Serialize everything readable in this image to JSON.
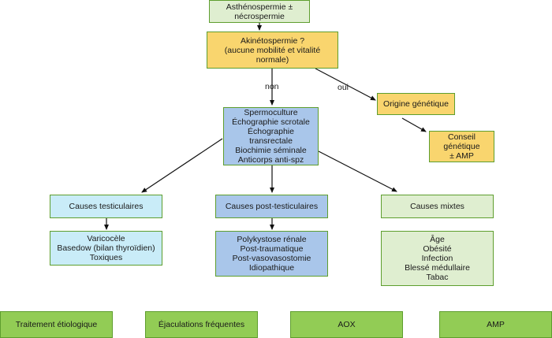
{
  "nodes": {
    "start": [
      "Asthénospermie ±",
      "nécrospermie"
    ],
    "akineto": [
      "Akinétospermie ?",
      "(aucune mobilité et vitalité",
      "normale)"
    ],
    "origine": [
      "Origine génétique"
    ],
    "conseil": [
      "Conseil",
      "génétique",
      "± AMP"
    ],
    "exams": [
      "Spermoculture",
      "Échographie scrotale",
      "Échographie",
      "transrectale",
      "Biochimie séminale",
      "Anticorps anti-spz"
    ],
    "testic": [
      "Causes testiculaires"
    ],
    "post": [
      "Causes post-testiculaires"
    ],
    "mixtes": [
      "Causes mixtes"
    ],
    "testic_list": [
      "Varicocèle",
      "Basedow (bilan thyroïdien)",
      "Toxiques"
    ],
    "post_list": [
      "Polykystose rénale",
      "Post-traumatique",
      "Post-vasovasostomie",
      "Idiopathique"
    ],
    "mixtes_list": [
      "Âge",
      "Obésité",
      "Infection",
      "Blessé médullaire",
      "Tabac"
    ],
    "t1": [
      "Traitement étiologique"
    ],
    "t2": [
      "Éjaculations fréquentes"
    ],
    "t3": [
      "AOX"
    ],
    "t4": [
      "AMP"
    ]
  },
  "edge_labels": {
    "non": "non",
    "oui": "oui"
  }
}
